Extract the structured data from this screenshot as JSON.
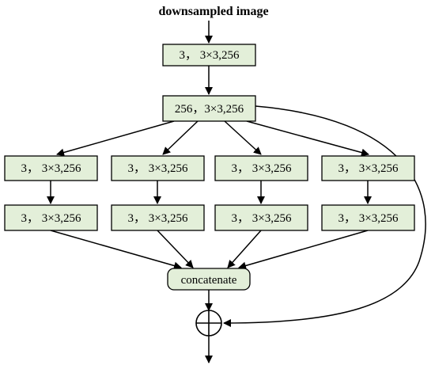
{
  "title": "downsampled image",
  "box_fill": "#e3efd9",
  "box_stroke": "#000000",
  "nodes": {
    "top_conv": "3， 3×3,256",
    "conv_256": "256，3×3,256",
    "branch1_row1": "3， 3×3,256",
    "branch2_row1": "3， 3×3,256",
    "branch3_row1": "3， 3×3,256",
    "branch4_row1": "3， 3×3,256",
    "branch1_row2": "3， 3×3,256",
    "branch2_row2": "3， 3×3,256",
    "branch3_row2": "3， 3×3,256",
    "branch4_row2": "3， 3×3,256",
    "concat": "concatenate"
  }
}
